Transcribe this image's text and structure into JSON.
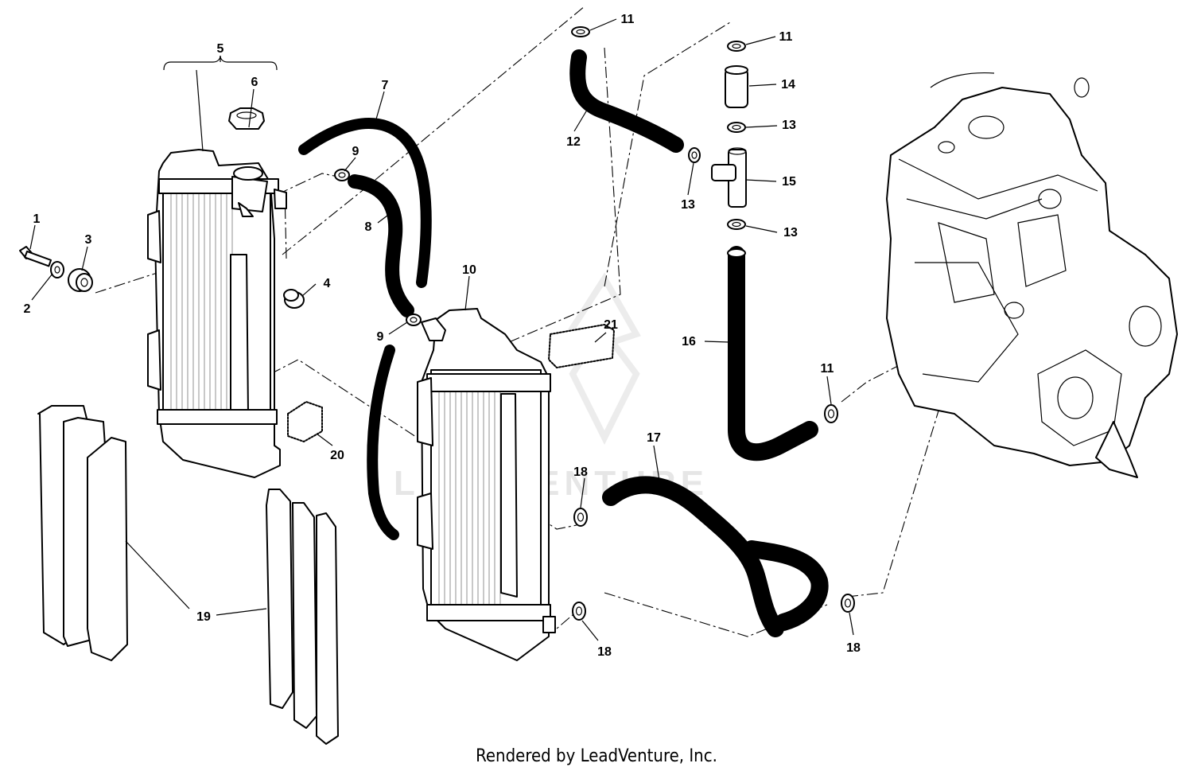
{
  "diagram": {
    "footer": "Rendered by LeadVenture, Inc.",
    "watermark": "LEADVENTURE",
    "callouts": [
      {
        "id": "c1",
        "text": "1"
      },
      {
        "id": "c2",
        "text": "2"
      },
      {
        "id": "c3",
        "text": "3"
      },
      {
        "id": "c4",
        "text": "4"
      },
      {
        "id": "c5",
        "text": "5"
      },
      {
        "id": "c6",
        "text": "6"
      },
      {
        "id": "c7",
        "text": "7"
      },
      {
        "id": "c8",
        "text": "8"
      },
      {
        "id": "c9a",
        "text": "9"
      },
      {
        "id": "c9b",
        "text": "9"
      },
      {
        "id": "c10",
        "text": "10"
      },
      {
        "id": "c11a",
        "text": "11"
      },
      {
        "id": "c11b",
        "text": "11"
      },
      {
        "id": "c11c",
        "text": "11"
      },
      {
        "id": "c12",
        "text": "12"
      },
      {
        "id": "c13a",
        "text": "13"
      },
      {
        "id": "c13b",
        "text": "13"
      },
      {
        "id": "c13c",
        "text": "13"
      },
      {
        "id": "c14",
        "text": "14"
      },
      {
        "id": "c15",
        "text": "15"
      },
      {
        "id": "c16",
        "text": "16"
      },
      {
        "id": "c17",
        "text": "17"
      },
      {
        "id": "c18a",
        "text": "18"
      },
      {
        "id": "c18b",
        "text": "18"
      },
      {
        "id": "c18c",
        "text": "18"
      },
      {
        "id": "c19",
        "text": "19"
      },
      {
        "id": "c20",
        "text": "20"
      },
      {
        "id": "c21",
        "text": "21"
      }
    ]
  }
}
